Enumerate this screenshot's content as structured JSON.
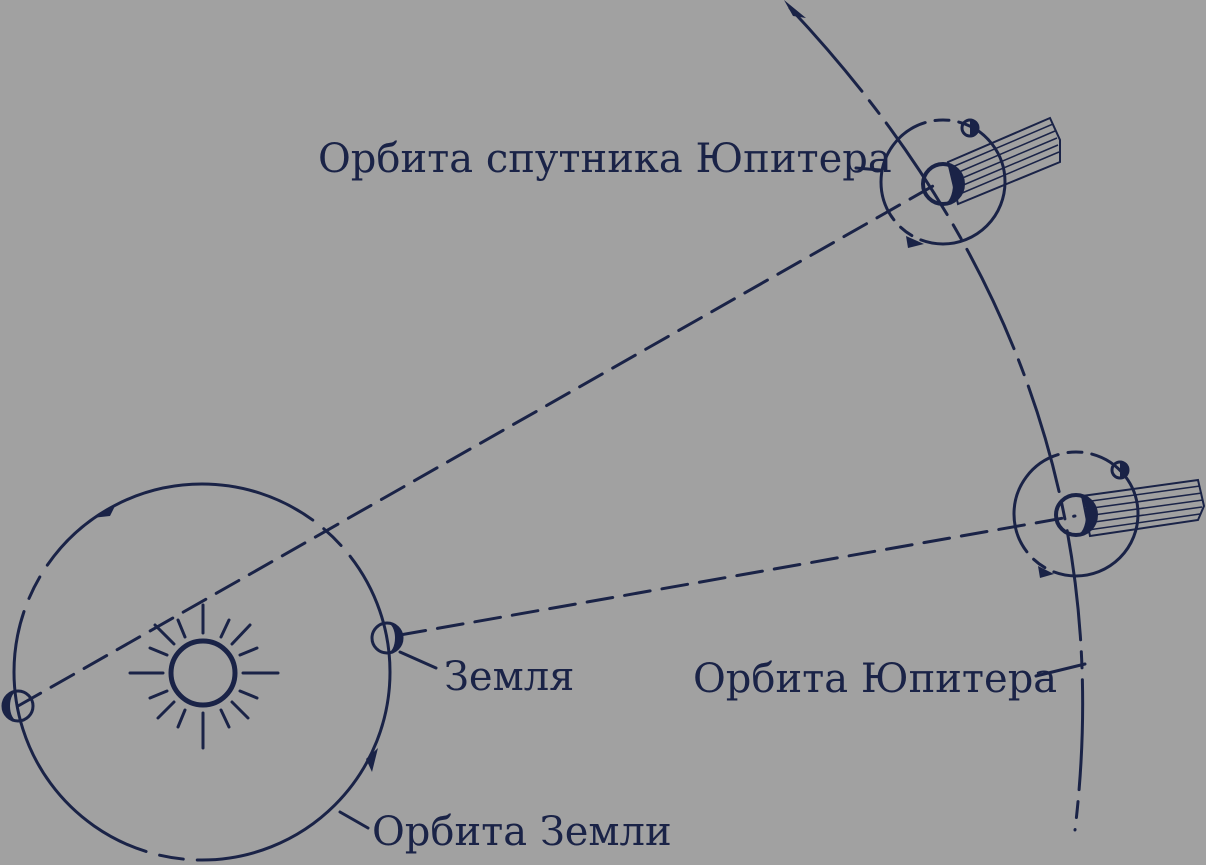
{
  "labels": {
    "jupiter_satellite_orbit": "Орбита спутника Юпитера",
    "earth": "Земля",
    "jupiter_orbit": "Орбита Юпитера",
    "earth_orbit": "Орбита Земли"
  },
  "colors": {
    "background": "#a1a1a1",
    "ink": "#1a2347"
  }
}
